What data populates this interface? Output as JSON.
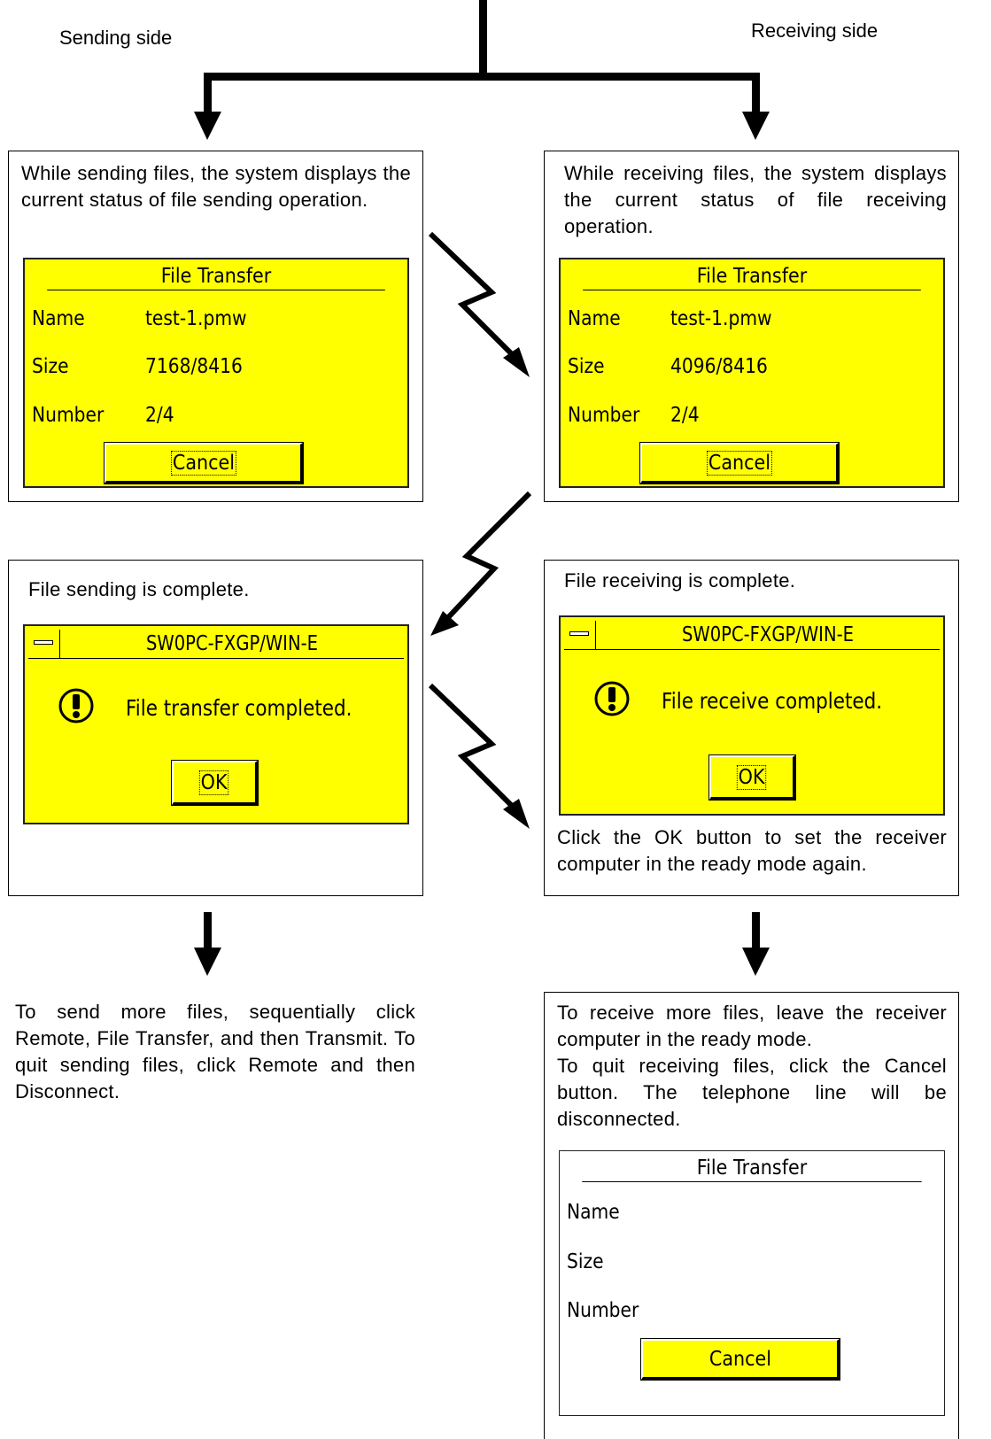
{
  "labels": {
    "sending_side": "Sending side",
    "receiving_side": "Receiving side"
  },
  "send_progress": {
    "description": "While sending files, the system displays the current status of file sending operation.",
    "dialog": {
      "title": "File Transfer",
      "name_label": "Name",
      "name_value": "test-1.pmw",
      "size_label": "Size",
      "size_value": "7168/8416",
      "number_label": "Number",
      "number_value": "2/4",
      "cancel_label": "Cancel"
    }
  },
  "receive_progress": {
    "description": "While receiving files, the system displays the current status of file receiving operation.",
    "dialog": {
      "title": "File Transfer",
      "name_label": "Name",
      "name_value": "test-1.pmw",
      "size_label": "Size",
      "size_value": "4096/8416",
      "number_label": "Number",
      "number_value": "2/4",
      "cancel_label": "Cancel"
    }
  },
  "send_complete": {
    "description": "File sending is complete.",
    "dialog": {
      "title": "SW0PC-FXGP/WIN-E",
      "message": "File transfer completed.",
      "ok_label": "OK",
      "icon": "warning-icon"
    }
  },
  "receive_complete": {
    "description": "File receiving is complete.",
    "dialog": {
      "title": "SW0PC-FXGP/WIN-E",
      "message": "File receive completed.",
      "ok_label": "OK",
      "icon": "warning-icon"
    },
    "note": "Click the OK button to set the receiver computer in the ready mode again."
  },
  "send_next": {
    "text": "To send more files, sequentially click Remote, File Transfer, and then Transmit. To quit sending files, click Remote and then Disconnect."
  },
  "receive_next": {
    "text1": "To receive more files, leave the receiver computer in the ready mode.",
    "text2": "To quit receiving files, click the Cancel button. The telephone line will be disconnected.",
    "dialog": {
      "title": "File Transfer",
      "name_label": "Name",
      "size_label": "Size",
      "number_label": "Number",
      "cancel_label": "Cancel"
    }
  },
  "colors": {
    "dialog_bg": "#ffff00",
    "line": "#000000"
  }
}
